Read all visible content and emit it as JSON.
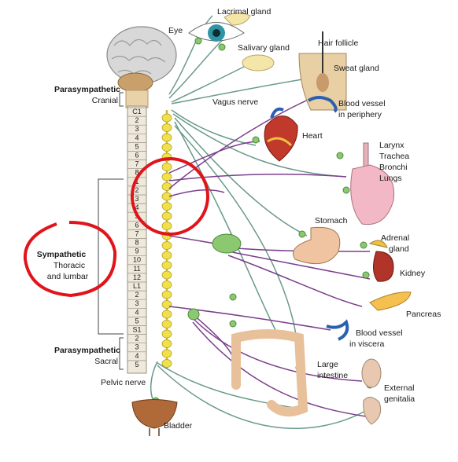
{
  "labels": {
    "parasympathetic_cranial_title": "Parasympathetic",
    "parasympathetic_cranial_sub": "Cranial",
    "sympathetic_title": "Sympathetic",
    "sympathetic_sub1": "Thoracic",
    "sympathetic_sub2": "and lumbar",
    "parasympathetic_sacral_title": "Parasympathetic",
    "parasympathetic_sacral_sub": "Sacral",
    "lacrimal_gland": "Lacrimal gland",
    "eye": "Eye",
    "salivary_gland": "Salivary gland",
    "hair_follicle": "Hair follicle",
    "sweat_gland": "Sweat gland",
    "vagus_nerve": "Vagus nerve",
    "blood_vessel_periphery_1": "Blood vessel",
    "blood_vessel_periphery_2": "in periphery",
    "heart": "Heart",
    "larynx": "Larynx",
    "trachea": "Trachea",
    "bronchi": "Bronchi",
    "lungs": "Lungs",
    "stomach": "Stomach",
    "adrenal_1": "Adrenal",
    "adrenal_2": "gland",
    "kidney": "Kidney",
    "pancreas": "Pancreas",
    "blood_vessel_viscera_1": "Blood vessel",
    "blood_vessel_viscera_2": "in viscera",
    "large_intestine_1": "Large",
    "large_intestine_2": "intestine",
    "external_genitalia_1": "External",
    "external_genitalia_2": "genitalia",
    "pelvic_nerve": "Pelvic nerve",
    "bladder": "Bladder"
  },
  "vertebrae": [
    "C1",
    "2",
    "3",
    "4",
    "5",
    "6",
    "7",
    "8",
    "1",
    "2",
    "3",
    "4",
    "5",
    "6",
    "7",
    "8",
    "9",
    "10",
    "11",
    "12",
    "L1",
    "2",
    "3",
    "4",
    "5",
    "S1",
    "2",
    "3",
    "4",
    "5"
  ],
  "colors": {
    "nerve": "#6a9a8a",
    "sympathetic_nerve": "#7b3f8c",
    "ganglion": "#8cc870",
    "chain": "#f2e04a",
    "spine": "#efe9dc",
    "highlight": "#e0141a"
  }
}
